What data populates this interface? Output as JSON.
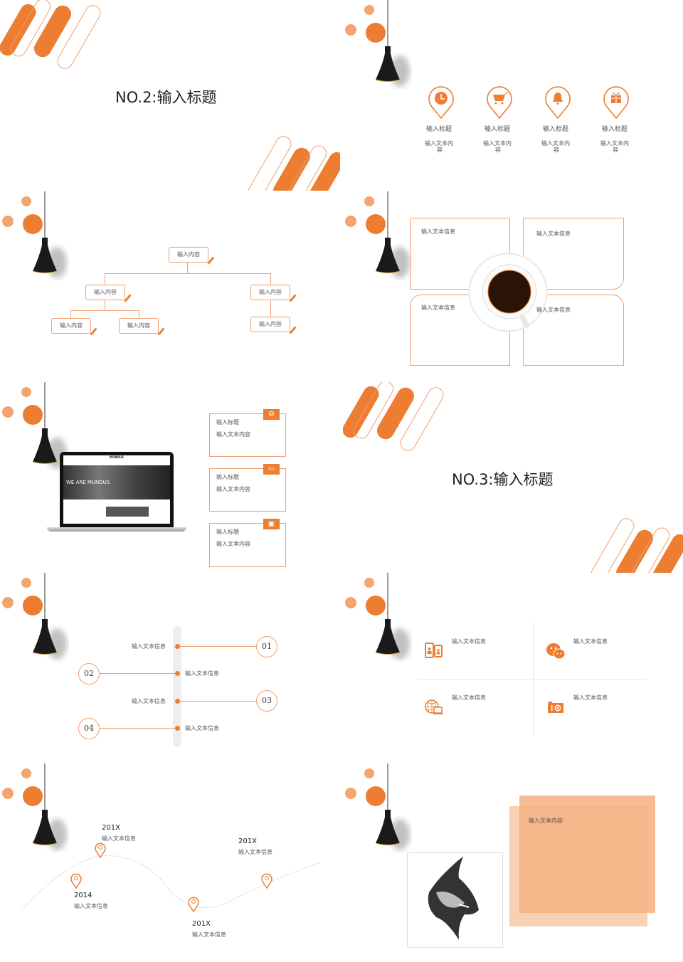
{
  "slides": {
    "s1": {
      "title": "NO.2:输入标题"
    },
    "s2": {
      "items": [
        {
          "icon": "clock",
          "title": "输入标题",
          "text1": "输入文本内",
          "text2": "容"
        },
        {
          "icon": "cart",
          "title": "输入标题",
          "text1": "输入文本内",
          "text2": "容"
        },
        {
          "icon": "bell",
          "title": "输入标题",
          "text1": "输入文本内",
          "text2": "容"
        },
        {
          "icon": "gift",
          "title": "输入标题",
          "text1": "输入文本内",
          "text2": "容"
        }
      ]
    },
    "s3": {
      "nodes": [
        "输入内容",
        "输入内容",
        "输入内容",
        "输入内容",
        "输入内容",
        "输入内容"
      ]
    },
    "s4": {
      "boxes": [
        "输入文本信息",
        "输入文本信息",
        "输入文本信息",
        "输入文本信息"
      ]
    },
    "s5": {
      "laptop": {
        "brand": "MUNDUS",
        "headline": "WE ARE MUNDUS"
      },
      "cards": [
        {
          "title": "输入标题",
          "text": "输入文本内容",
          "icon": "chat"
        },
        {
          "title": "输入标题",
          "text": "输入文本内容",
          "icon": "monitor"
        },
        {
          "title": "输入标题",
          "text": "输入文本内容",
          "icon": "contact"
        }
      ]
    },
    "s6": {
      "title": "NO.3:输入标题"
    },
    "s7": {
      "items": [
        {
          "num": "01",
          "text": "输入文本信息"
        },
        {
          "num": "02",
          "text": "输入文本信息"
        },
        {
          "num": "03",
          "text": "输入文本信息"
        },
        {
          "num": "04",
          "text": "输入文本信息"
        }
      ]
    },
    "s8": {
      "items": [
        {
          "icon": "phones",
          "text": "输入文本信息"
        },
        {
          "icon": "wechat",
          "text": "输入文本信息"
        },
        {
          "icon": "globe-computer",
          "text": "输入文本信息"
        },
        {
          "icon": "camera",
          "text": "输入文本信息"
        }
      ]
    },
    "s9": {
      "points": [
        {
          "year": "201X",
          "text": "输入文本信息"
        },
        {
          "year": "2014",
          "text": "输入文本信息"
        },
        {
          "year": "201X",
          "text": "输入文本信息"
        },
        {
          "year": "201X",
          "text": "输入文本信息"
        }
      ]
    },
    "s10": {
      "text": "输入文本内容"
    }
  },
  "colors": {
    "accent": "#ED7D31",
    "light": "#F4B183"
  }
}
